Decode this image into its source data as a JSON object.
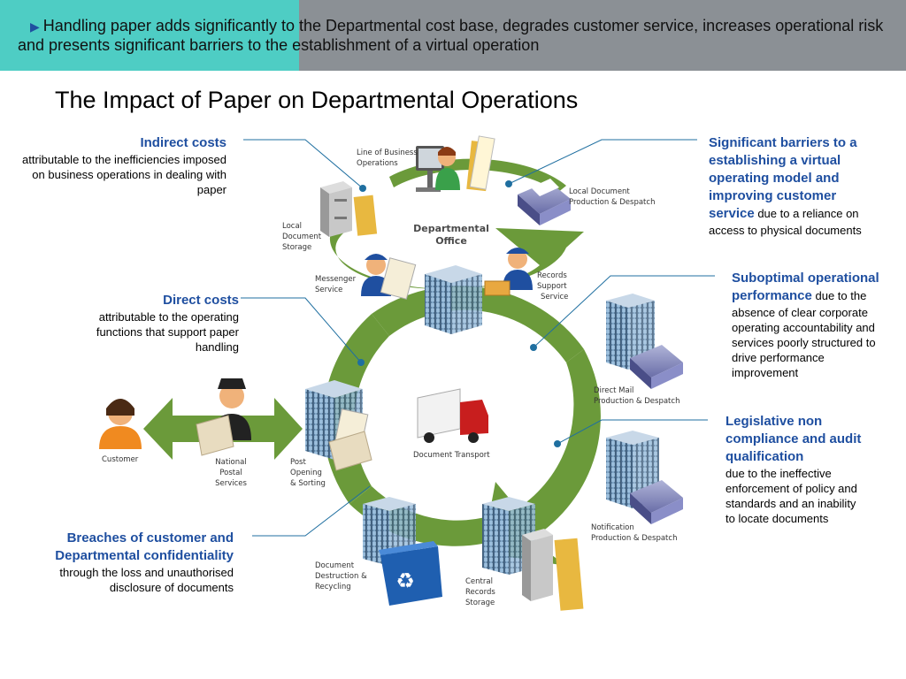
{
  "banner": {
    "bullet": "▶",
    "text": "Handling paper adds significantly to the Departmental cost base, degrades customer service, increases operational risk and presents significant barriers to the establishment of a virtual operation"
  },
  "title": "The Impact of Paper on Departmental Operations",
  "callouts": {
    "indirect": {
      "head": "Indirect costs",
      "body": "attributable to the inefficiencies imposed on business operations in dealing with paper"
    },
    "direct": {
      "head": "Direct costs",
      "body": "attributable to the operating functions that support paper handling"
    },
    "breaches": {
      "head": "Breaches of customer and Departmental confidentiality",
      "body": "through the loss and unauthorised disclosure of documents"
    },
    "barriers": {
      "head": "Significant barriers to a establishing a virtual operating model and improving customer service",
      "body": " due to a reliance on access to physical documents"
    },
    "suboptimal": {
      "head": "Suboptimal operational performance",
      "body": " due to the absence of clear corporate operating accountability and services poorly structured to drive performance improvement"
    },
    "legislative": {
      "head": "Legislative non compliance and audit qualification",
      "body": "due to the ineffective enforcement of policy and standards and an inability to locate documents"
    }
  },
  "nodes": {
    "line_of_business": [
      "Line of Business",
      "Operations"
    ],
    "local_doc_production": [
      "Local Document",
      "Production & Despatch"
    ],
    "department_office": [
      "Departmental",
      "Office"
    ],
    "local_doc_storage": [
      "Local",
      "Document",
      "Storage"
    ],
    "messenger_service": [
      "Messenger",
      "Service"
    ],
    "records_support": [
      "Records",
      "Support",
      "Service"
    ],
    "direct_mail": [
      "Direct Mail",
      "Production & Despatch"
    ],
    "customer": [
      "Customer"
    ],
    "national_postal": [
      "National",
      "Postal",
      "Services"
    ],
    "post_opening": [
      "Post",
      "Opening",
      "& Sorting"
    ],
    "document_transport": [
      "Document Transport"
    ],
    "notification": [
      "Notification",
      "Production & Despatch"
    ],
    "destruction": [
      "Document",
      "Destruction &",
      "Recycling"
    ],
    "central_records": [
      "Central",
      "Records",
      "Storage"
    ]
  },
  "colors": {
    "banner_left": "#4ecdc4",
    "banner_right": "#8b9095",
    "heading_blue": "#1f4fa0",
    "cycle_green": "#6b9a3a",
    "leader_blue": "#1f6fa0"
  }
}
